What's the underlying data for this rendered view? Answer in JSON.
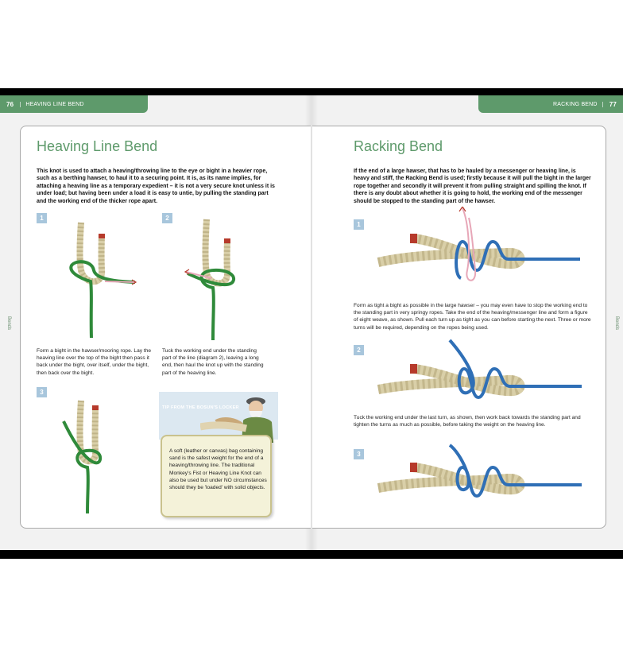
{
  "left_page": {
    "page_number": "76",
    "section": "HEAVING LINE BEND",
    "side_label": "Bends",
    "title": "Heaving Line Bend",
    "intro": "This knot is used to attach a heaving/throwing line to the eye or bight in a heavier rope, such as a berthing hawser, to haul it to a securing point. It is, as its name implies, for attaching a heaving line as a temporary expedient – it is not a very secure knot unless it is under load; but having been under a load it is easy to untie, by pulling the standing part and the working end of the thicker rope apart.",
    "steps": [
      {
        "number": "1",
        "caption": "Form a bight in the hawser/mooring rope. Lay the heaving line over the top of the bight then pass it back under the bight, over itself, under the bight, then back over the bight."
      },
      {
        "number": "2",
        "caption": "Tuck the working end under the standing part of the line (diagram 2), leaving a long end, then haul the knot up with the standing part of the heaving line."
      },
      {
        "number": "3",
        "caption": ""
      }
    ],
    "tip": {
      "heading": "TIP FROM THE BOSUN'S LOCKER",
      "text": "A soft (leather or canvas) bag containing sand is the safest weight for the end of a heaving/throwing line. The traditional Monkey's Fist or Heaving Line Knot can also be used but under NO circumstances should they be 'loaded' with solid objects."
    }
  },
  "right_page": {
    "page_number": "77",
    "section": "RACKING BEND",
    "side_label": "Bends",
    "title": "Racking Bend",
    "intro": "If the end of a large hawser, that has to be hauled by a messenger or heaving line, is heavy and stiff, the Racking Bend is used; firstly because it will pull the bight in the larger rope together and secondly it will prevent it from pulling straight and spilling the knot. If there is any doubt about whether it is going to hold, the working end of the messenger should be stopped to the standing part of the hawser.",
    "steps": [
      {
        "number": "1",
        "caption": "Form as tight a bight as possible in the large hawser – you may even have to stop the working end to the standing part in very springy ropes. Take the end of the heaving/messenger line and form a figure of eight weave, as shown. Pull each turn up as tight as you can before starting the next. Three or more turns will be required, depending on the ropes being used."
      },
      {
        "number": "2",
        "caption": "Tuck the working end under the last turn, as shown, then work back towards the standing part and tighten the turns as much as possible, before taking the weight on the heaving line."
      },
      {
        "number": "3",
        "caption": ""
      }
    ]
  },
  "colors": {
    "accent_green": "#5e9a6b",
    "rope_tan": "#d9cfa8",
    "line_green": "#2f8a3a",
    "line_blue": "#2f6fb6",
    "line_pink": "#e7a7b8",
    "step_badge": "#a8c6dc"
  }
}
